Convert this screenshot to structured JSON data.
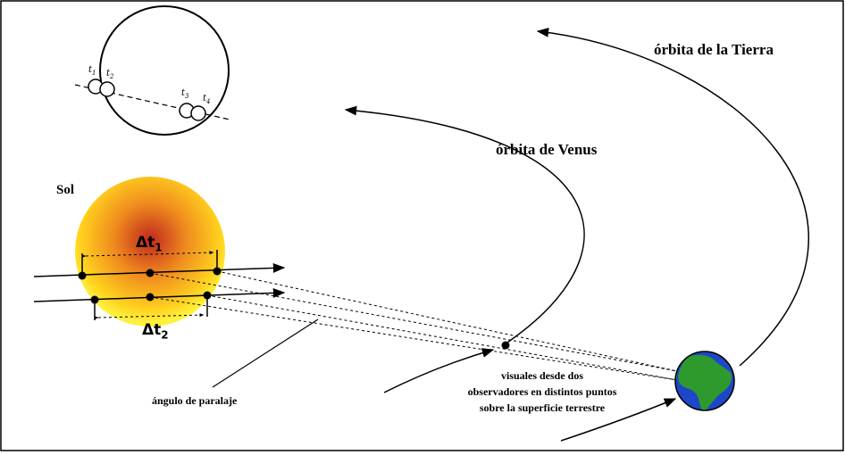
{
  "labels": {
    "earth_orbit": "órbita de la Tierra",
    "venus_orbit": "órbita de Venus",
    "sun": "Sol",
    "delta_t1_symbol": "Δt",
    "delta_t1_sub": "1",
    "delta_t2_symbol": "Δt",
    "delta_t2_sub": "2",
    "parallax_angle": "ángulo de paralaje",
    "sightlines_line1": "visuales desde dos",
    "sightlines_line2": "observadores en distintos puntos",
    "sightlines_line3": "sobre la superficie terrestre"
  },
  "inset": {
    "t1": "t",
    "t1_sub": "1",
    "t2": "t",
    "t2_sub": "2",
    "t3": "t",
    "t3_sub": "3",
    "t4": "t",
    "t4_sub": "4"
  },
  "colors": {
    "frame": "#000000",
    "sun_center": "#c0281e",
    "sun_mid": "#f08c1e",
    "sun_edge": "#ffd21e",
    "sun_rim": "#fff03c",
    "ocean": "#1e46c8",
    "land": "#2e9a2e"
  },
  "icons": {
    "earth": "earth-globe-icon",
    "sun": "sun-disc-icon"
  }
}
